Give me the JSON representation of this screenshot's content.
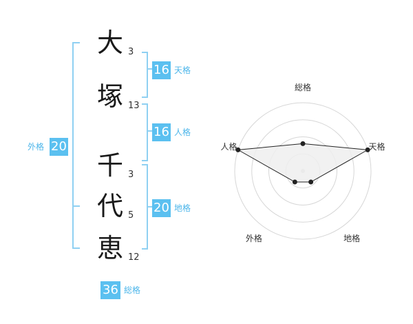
{
  "name": {
    "chars": [
      {
        "char": "大",
        "strokes": "3"
      },
      {
        "char": "塚",
        "strokes": "13"
      },
      {
        "char": "千",
        "strokes": "3"
      },
      {
        "char": "代",
        "strokes": "5"
      },
      {
        "char": "恵",
        "strokes": "12"
      }
    ]
  },
  "kakusu": {
    "tenkaku": {
      "value": "16",
      "label": "天格"
    },
    "jinkaku": {
      "value": "16",
      "label": "人格"
    },
    "chikaku": {
      "value": "20",
      "label": "地格"
    },
    "gaikaku": {
      "value": "20",
      "label": "外格"
    },
    "soukaku": {
      "value": "36",
      "label": "総格"
    }
  },
  "radar": {
    "axes": [
      "総格",
      "天格",
      "地格",
      "外格",
      "人格"
    ],
    "levels": 4,
    "max": 5,
    "values": [
      2,
      5,
      1,
      1,
      5
    ],
    "colors": {
      "fill": "#efefef",
      "line": "#222222",
      "grid": "#d6d6d6"
    }
  },
  "colors": {
    "accent": "#5bc0f0",
    "bracket": "#8fd0f2"
  }
}
